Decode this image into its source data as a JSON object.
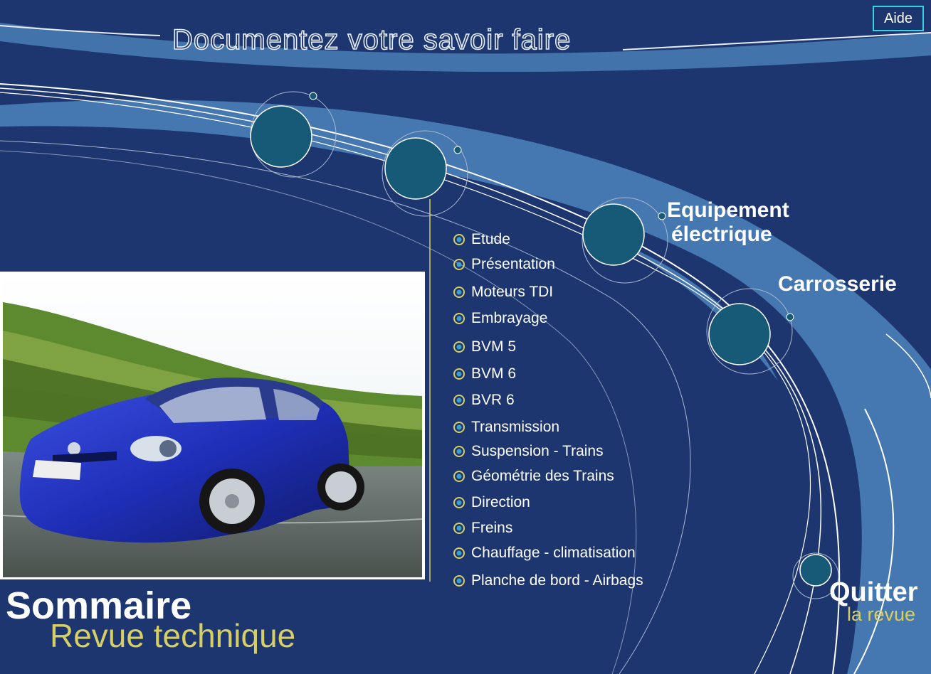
{
  "header": {
    "tagline": "Documentez votre savoir faire",
    "help_label": "Aide"
  },
  "menu": {
    "items": [
      {
        "label": "Etude"
      },
      {
        "label": "Présentation"
      },
      {
        "label": "Moteurs TDI"
      },
      {
        "label": "Embrayage"
      },
      {
        "label": "BVM 5"
      },
      {
        "label": "BVM 6"
      },
      {
        "label": "BVR 6"
      },
      {
        "label": "Transmission"
      },
      {
        "label": "Suspension - Trains"
      },
      {
        "label": "Géométrie des Trains"
      },
      {
        "label": "Direction"
      },
      {
        "label": "Freins"
      },
      {
        "label": "Chauffage - climatisation"
      },
      {
        "label": "Planche de bord - Airbags"
      }
    ]
  },
  "sections": {
    "equipment_line1": "Equipement",
    "equipment_line2": "électrique",
    "bodywork": "Carrosserie"
  },
  "title": {
    "main": "Sommaire",
    "sub": "Revue technique"
  },
  "quit": {
    "main": "Quitter",
    "sub": "la revue"
  },
  "colors": {
    "background": "#1d3670",
    "band": "#4578b0",
    "node": "#165a78",
    "accent_yellow": "#d6cf63",
    "help_border": "#35d4e0"
  }
}
